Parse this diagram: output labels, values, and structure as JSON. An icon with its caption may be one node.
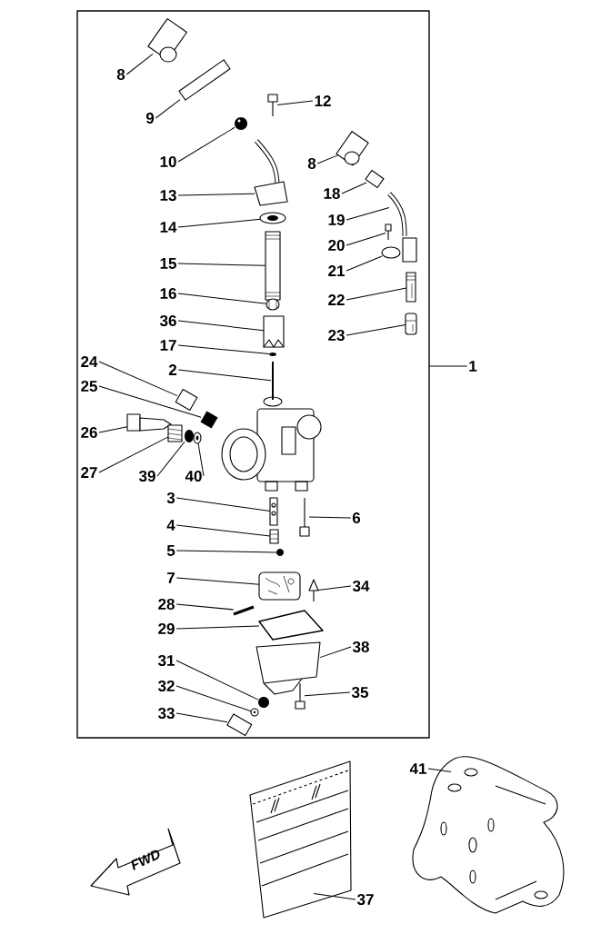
{
  "diagram": {
    "nodes": [
      {
        "text": [
          "8"
        ]
      },
      {
        "text": [
          "9"
        ]
      },
      {
        "text": [
          "12"
        ]
      },
      {
        "text": [
          "10"
        ]
      },
      {
        "text": [
          "8"
        ]
      },
      {
        "text": [
          "13"
        ]
      },
      {
        "text": [
          "18"
        ]
      },
      {
        "text": [
          "19"
        ]
      },
      {
        "text": [
          "14"
        ]
      },
      {
        "text": [
          "20"
        ]
      },
      {
        "text": [
          "21"
        ]
      },
      {
        "text": [
          "15"
        ]
      },
      {
        "text": [
          "16"
        ]
      },
      {
        "text": [
          "22"
        ]
      },
      {
        "text": [
          "36"
        ]
      },
      {
        "text": [
          "23"
        ]
      },
      {
        "text": [
          "17"
        ]
      },
      {
        "text": [
          "24"
        ]
      },
      {
        "text": [
          "2"
        ]
      },
      {
        "text": [
          "1"
        ]
      },
      {
        "text": [
          "25"
        ]
      },
      {
        "text": [
          "26"
        ]
      },
      {
        "text": [
          "27"
        ]
      },
      {
        "text": [
          "39"
        ]
      },
      {
        "text": [
          "40"
        ]
      },
      {
        "text": [
          "3"
        ]
      },
      {
        "text": [
          "6"
        ]
      },
      {
        "text": [
          "4"
        ]
      },
      {
        "text": [
          "5"
        ]
      },
      {
        "text": [
          "7"
        ]
      },
      {
        "text": [
          "34"
        ]
      },
      {
        "text": [
          "28"
        ]
      },
      {
        "text": [
          "29"
        ]
      },
      {
        "text": [
          "38"
        ]
      },
      {
        "text": [
          "31"
        ]
      },
      {
        "text": [
          "32"
        ]
      },
      {
        "text": [
          "35"
        ]
      },
      {
        "text": [
          "33"
        ]
      },
      {
        "text": [
          "41"
        ]
      },
      {
        "text": [
          "37"
        ]
      },
      {
        "text": [],
        "shape": "picture"
      },
      {
        "text": [],
        "shape": "picture"
      },
      {
        "text": [],
        "shape": "picture"
      },
      {
        "text": [],
        "shape": "picture"
      },
      {
        "text": [],
        "shape": "picture"
      },
      {
        "text": [],
        "shape": "picture"
      },
      {
        "text": [],
        "shape": "picture"
      },
      {
        "text": [],
        "shape": "picture"
      },
      {
        "text": [],
        "shape": "picture"
      },
      {
        "text": [],
        "shape": "picture"
      },
      {
        "text": [],
        "shape": "picture"
      },
      {
        "text": [],
        "shape": "picture"
      },
      {
        "text": [],
        "shape": "picture"
      },
      {
        "text": [],
        "shape": "picture"
      },
      {
        "text": [],
        "shape": "picture"
      },
      {
        "text": [],
        "shape": "picture"
      },
      {
        "text": [],
        "shape": "picture"
      },
      {
        "text": [],
        "shape": "picture"
      },
      {
        "text": [],
        "shape": "picture"
      },
      {
        "text": [],
        "shape": "picture"
      },
      {
        "text": [],
        "shape": "picture"
      },
      {
        "text": [],
        "shape": "picture"
      },
      {
        "text": [],
        "shape": "picture"
      },
      {
        "text": [],
        "shape": "picture"
      },
      {
        "text": [],
        "shape": "picture"
      },
      {
        "text": [],
        "shape": "picture"
      },
      {
        "text": [],
        "shape": "picture"
      },
      {
        "text": [],
        "shape": "picture"
      },
      {
        "text": [],
        "shape": "picture"
      },
      {
        "text": [],
        "shape": "picture"
      },
      {
        "text": [],
        "shape": "picture"
      },
      {
        "text": [],
        "shape": "picture"
      },
      {
        "text": [],
        "shape": "picture"
      },
      {
        "text": [],
        "shape": "picture"
      },
      {
        "text": [],
        "shape": "picture"
      },
      {
        "text": [],
        "shape": "picture"
      },
      {
        "text": [],
        "shape": "picture"
      },
      {
        "text": [],
        "shape": "picture"
      },
      {
        "text": [],
        "shape": "picture"
      }
    ],
    "edges": [
      {
        "from": 0,
        "to": 40,
        "arrow": "none"
      },
      {
        "from": 1,
        "to": 41,
        "arrow": "none"
      },
      {
        "from": 2,
        "to": 42,
        "arrow": "none"
      },
      {
        "from": 3,
        "to": 43,
        "arrow": "none"
      },
      {
        "from": 4,
        "to": 44,
        "arrow": "none"
      },
      {
        "from": 5,
        "to": 45,
        "arrow": "none"
      },
      {
        "from": 6,
        "to": 46,
        "arrow": "none"
      },
      {
        "from": 7,
        "to": 47,
        "arrow": "none"
      },
      {
        "from": 8,
        "to": 48,
        "arrow": "none"
      },
      {
        "from": 9,
        "to": 49,
        "arrow": "none"
      },
      {
        "from": 10,
        "to": 50,
        "arrow": "none"
      },
      {
        "from": 11,
        "to": 51,
        "arrow": "none"
      },
      {
        "from": 12,
        "to": 52,
        "arrow": "none"
      },
      {
        "from": 13,
        "to": 53,
        "arrow": "none"
      },
      {
        "from": 14,
        "to": 54,
        "arrow": "none"
      },
      {
        "from": 15,
        "to": 55,
        "arrow": "none"
      },
      {
        "from": 16,
        "to": 56,
        "arrow": "none"
      },
      {
        "from": 17,
        "to": 57,
        "arrow": "none"
      },
      {
        "from": 18,
        "to": 58,
        "arrow": "none"
      },
      {
        "from": 19,
        "to": null,
        "arrow": "none"
      },
      {
        "from": 20,
        "to": 59,
        "arrow": "none"
      },
      {
        "from": 21,
        "to": 60,
        "arrow": "none"
      },
      {
        "from": 22,
        "to": 61,
        "arrow": "none"
      },
      {
        "from": 23,
        "to": 62,
        "arrow": "none"
      },
      {
        "from": 24,
        "to": 63,
        "arrow": "none"
      },
      {
        "from": 25,
        "to": 64,
        "arrow": "none"
      },
      {
        "from": 26,
        "to": 65,
        "arrow": "none"
      },
      {
        "from": 27,
        "to": 66,
        "arrow": "none"
      },
      {
        "from": 28,
        "to": 67,
        "arrow": "none"
      },
      {
        "from": 29,
        "to": 68,
        "arrow": "none"
      },
      {
        "from": 30,
        "to": 69,
        "arrow": "none"
      },
      {
        "from": 31,
        "to": 70,
        "arrow": "none"
      },
      {
        "from": 32,
        "to": 71,
        "arrow": "none"
      },
      {
        "from": 33,
        "to": 72,
        "arrow": "none"
      },
      {
        "from": 34,
        "to": 73,
        "arrow": "none"
      },
      {
        "from": 35,
        "to": 74,
        "arrow": "none"
      },
      {
        "from": 36,
        "to": 75,
        "arrow": "none"
      },
      {
        "from": 37,
        "to": 76,
        "arrow": "none"
      },
      {
        "from": 38,
        "to": 77,
        "arrow": "none"
      },
      {
        "from": 39,
        "to": 78,
        "arrow": "none"
      }
    ],
    "labels": [
      "FWD"
    ]
  }
}
